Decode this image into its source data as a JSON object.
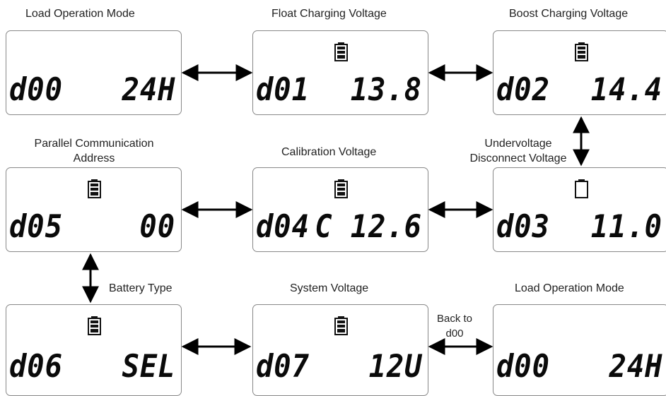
{
  "captions": {
    "load_mode_top": "Load Operation Mode",
    "float": "Float Charging Voltage",
    "boost": "Boost Charging Voltage",
    "parallel": "Parallel Communication\nAddress",
    "calibration": "Calibration Voltage",
    "undervoltage": "Undervoltage\nDisconnect Voltage",
    "battery_type": "Battery Type",
    "system_voltage": "System Voltage",
    "load_mode_bottom": "Load Operation Mode",
    "back_to": "Back to\nd00"
  },
  "panels": {
    "d00_top": {
      "code": "d00",
      "value": "24H",
      "battery_icon": "none"
    },
    "d01": {
      "code": "d01",
      "value": "13.8",
      "battery_icon": "full"
    },
    "d02": {
      "code": "d02",
      "value": "14.4",
      "battery_icon": "full"
    },
    "d05": {
      "code": "d05",
      "value": "00",
      "battery_icon": "full"
    },
    "d04": {
      "code": "d04",
      "value": "C 12.6",
      "battery_icon": "full"
    },
    "d03": {
      "code": "d03",
      "value": "11.0",
      "battery_icon": "empty"
    },
    "d06": {
      "code": "d06",
      "value": "SEL",
      "battery_icon": "full"
    },
    "d07": {
      "code": "d07",
      "value": "12U",
      "battery_icon": "full"
    },
    "d00_bottom": {
      "code": "d00",
      "value": "24H",
      "battery_icon": "none"
    }
  },
  "arrows": [
    "bidirectional-horizontal",
    "bidirectional-vertical"
  ]
}
